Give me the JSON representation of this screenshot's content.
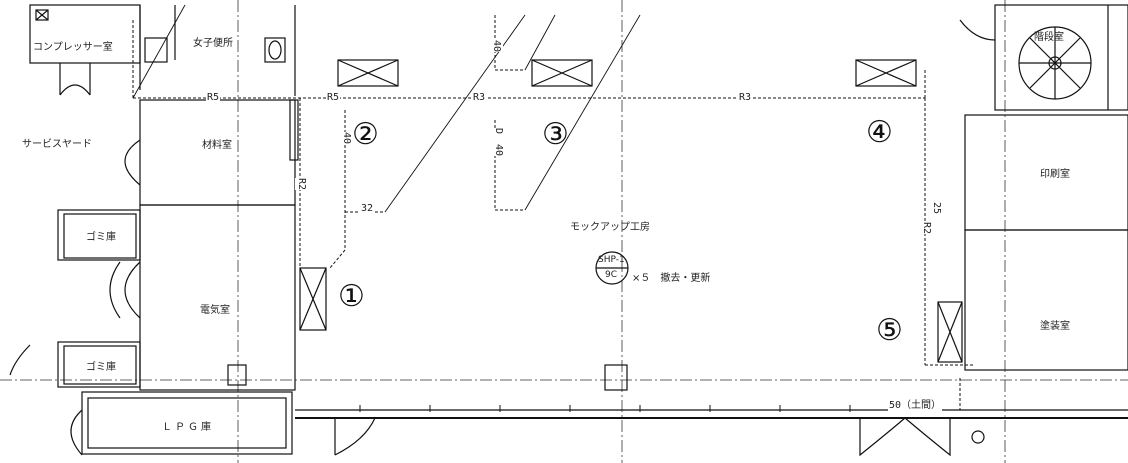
{
  "rooms": {
    "compressor": "コンプレッサー室",
    "womens_toilet": "女子便所",
    "stair": "階段室",
    "service_yard": "サービスヤード",
    "material": "材料室",
    "garbage_1": "ゴミ庫",
    "garbage_2": "ゴミ庫",
    "electrical": "電気室",
    "lpg": "ＬＰＧ庫",
    "mockup": "モックアップ工房",
    "printing": "印刷室",
    "painting": "塗装室"
  },
  "equipment": {
    "tag_top": "SHP-1",
    "tag_bottom": "9C",
    "note": "×５　撤去・更新"
  },
  "numbers": [
    "①",
    "②",
    "③",
    "④",
    "⑤"
  ],
  "pipes": {
    "r5_a": "R5",
    "r5_b": "R5",
    "r3_a": "R3",
    "r3_b": "R3",
    "r2_left": "R2",
    "r2_right": "R2",
    "d40_top": "40",
    "d40_mid": "D　40",
    "d40_left": "40",
    "d32": "32",
    "d25": "25",
    "floor_note": "50（土間）"
  }
}
